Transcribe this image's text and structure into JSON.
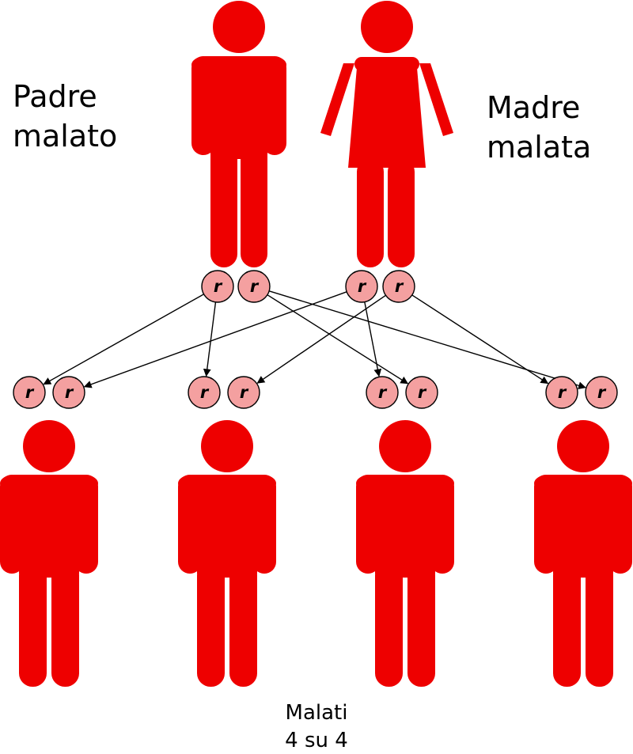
{
  "colors": {
    "affected": "#ee0000",
    "allele_fill": "#f4a0a0",
    "allele_stroke": "#000000",
    "arrow": "#000000"
  },
  "parents": {
    "father": {
      "label_line1": "Padre",
      "label_line2": "malato",
      "alleles": [
        "r",
        "r"
      ]
    },
    "mother": {
      "label_line1": "Madre",
      "label_line2": "malata",
      "alleles": [
        "r",
        "r"
      ]
    }
  },
  "children": [
    {
      "alleles": [
        "r",
        "r"
      ]
    },
    {
      "alleles": [
        "r",
        "r"
      ]
    },
    {
      "alleles": [
        "r",
        "r"
      ]
    },
    {
      "alleles": [
        "r",
        "r"
      ]
    }
  ],
  "result": {
    "line1": "Malati",
    "line2": "4 su 4"
  }
}
